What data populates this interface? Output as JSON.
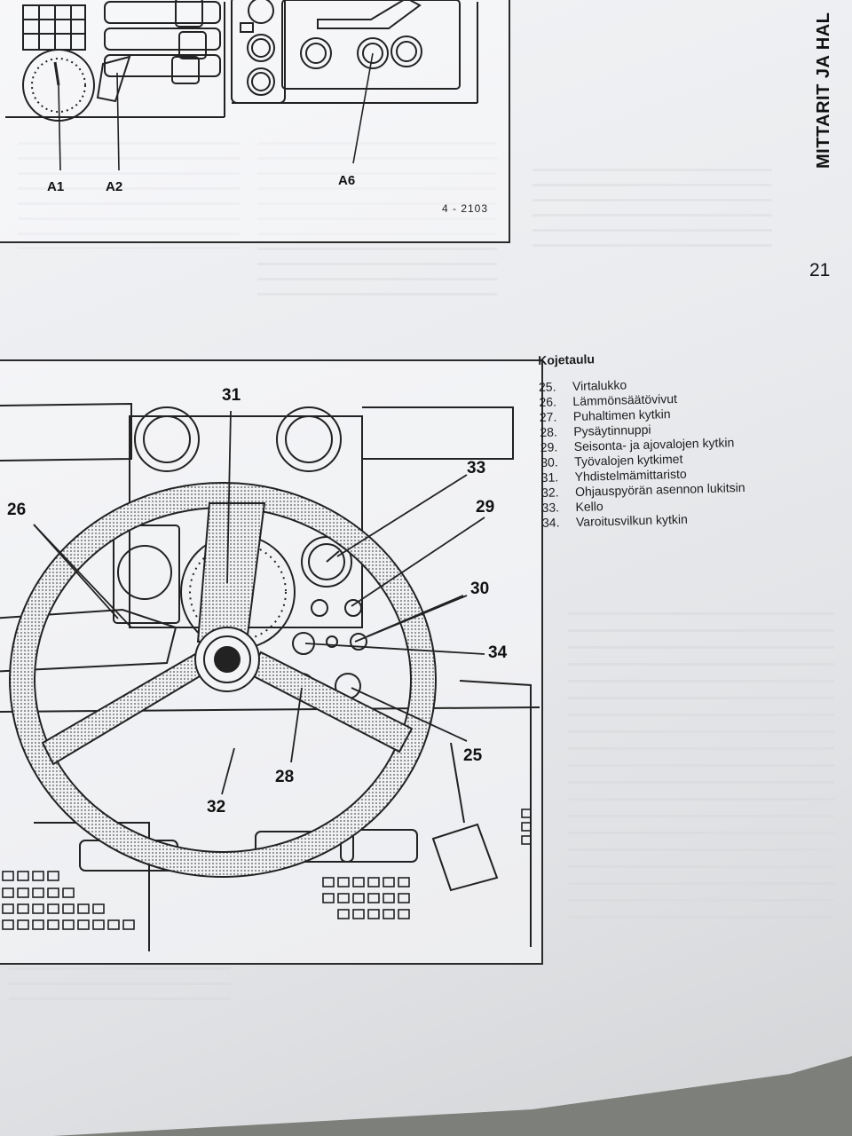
{
  "page": {
    "side_title": "MITTARIT JA HAL",
    "page_number": "21"
  },
  "figure_top": {
    "labels": [
      "A1",
      "A2",
      "A6"
    ],
    "code": "4 - 2103"
  },
  "figure_main": {
    "callouts": [
      "31",
      "26",
      "33",
      "29",
      "30",
      "34",
      "25",
      "28",
      "32"
    ]
  },
  "legend": {
    "title": "Kojetaulu",
    "items": [
      {
        "num": "25.",
        "text": "Virtalukko"
      },
      {
        "num": "26.",
        "text": "Lämmönsäätövivut"
      },
      {
        "num": "27.",
        "text": "Puhaltimen kytkin"
      },
      {
        "num": "28.",
        "text": "Pysäytinnuppi"
      },
      {
        "num": "29.",
        "text": "Seisonta- ja ajovalojen kytkin"
      },
      {
        "num": "30.",
        "text": "Työvalojen kytkimet"
      },
      {
        "num": "31.",
        "text": "Yhdistelmämittaristo"
      },
      {
        "num": "32.",
        "text": "Ohjauspyörän asennon lukitsin"
      },
      {
        "num": "33.",
        "text": "Kello"
      },
      {
        "num": "34.",
        "text": "Varoitusvilkun kytkin"
      }
    ]
  }
}
